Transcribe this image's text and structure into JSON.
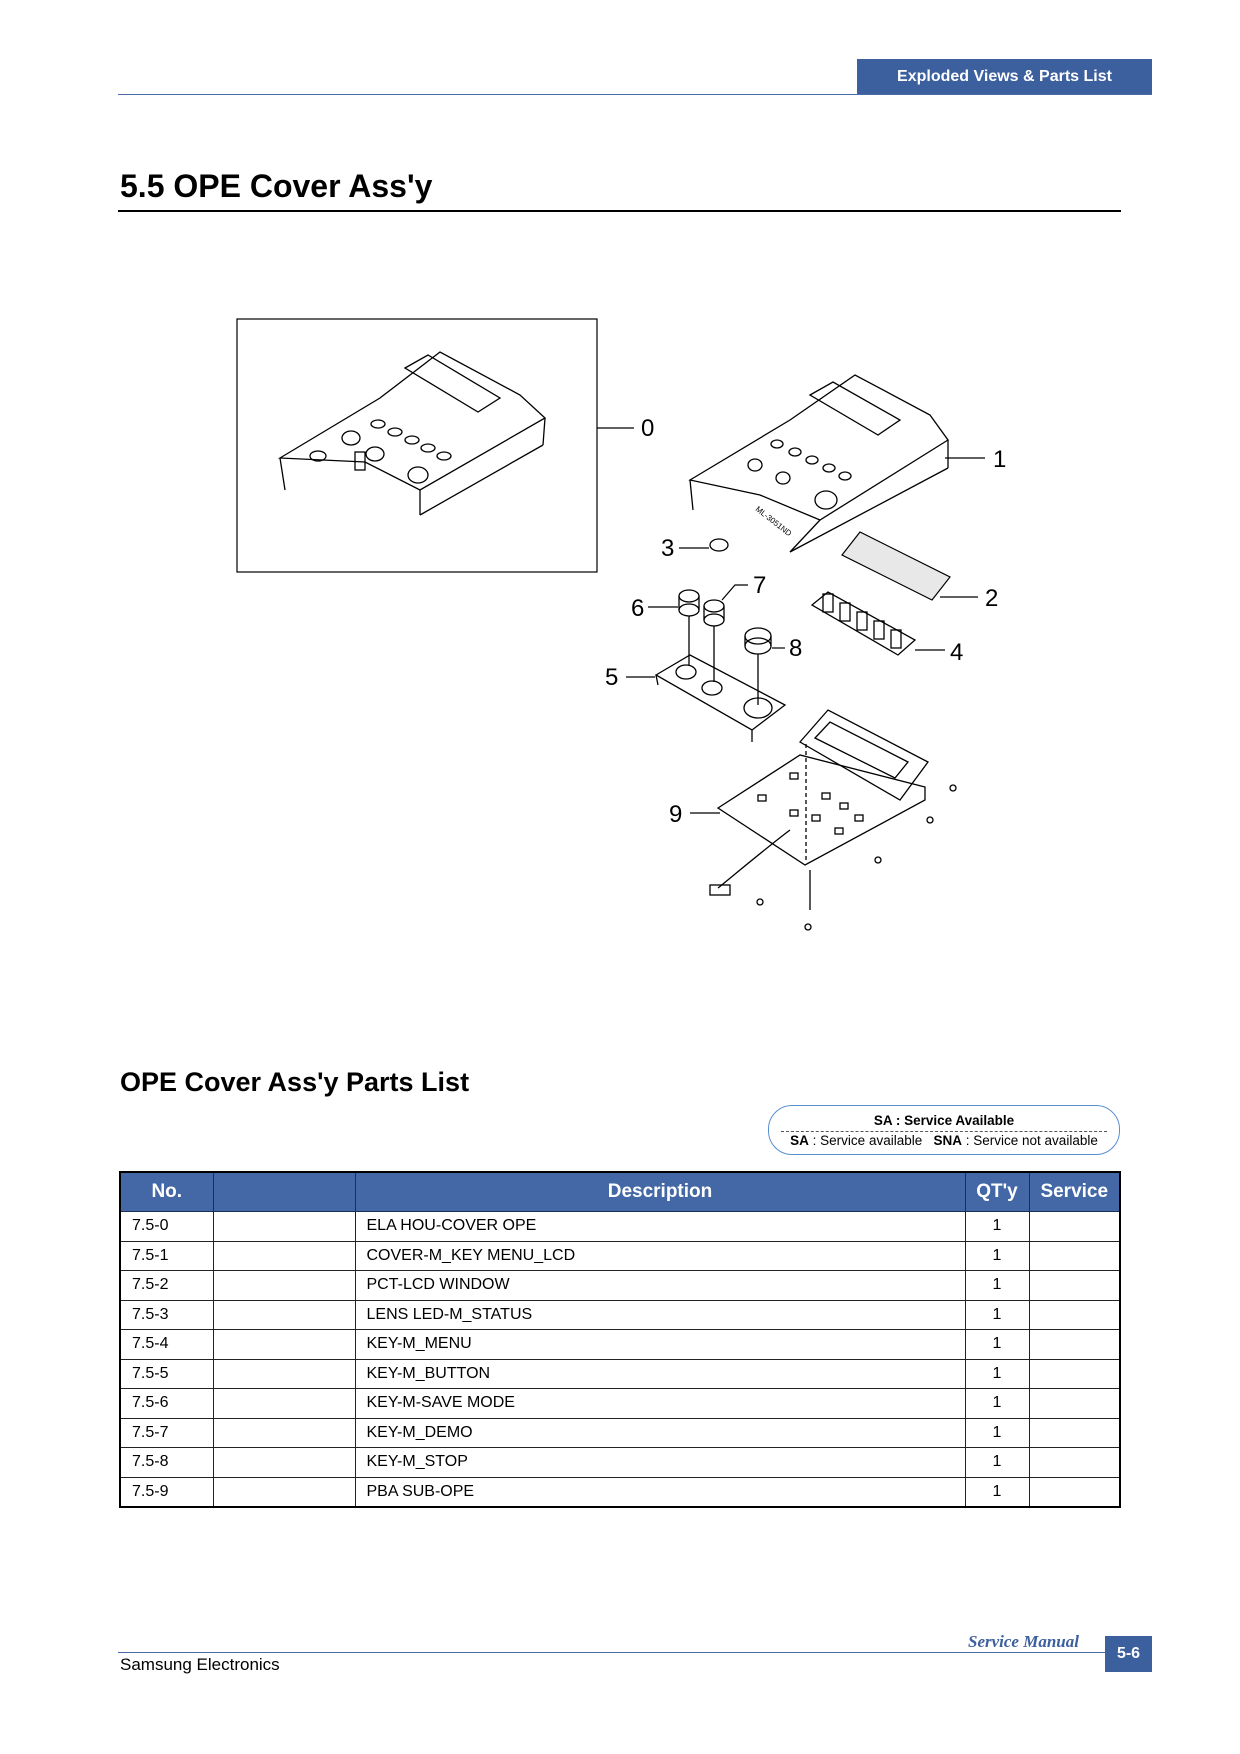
{
  "header": {
    "tab_label": "Exploded Views & Parts List"
  },
  "section": {
    "title": "5.5  OPE Cover  Ass'y"
  },
  "figure": {
    "callouts": [
      "0",
      "1",
      "2",
      "3",
      "4",
      "5",
      "6",
      "7",
      "8",
      "9"
    ],
    "model_text": "ML-3051ND"
  },
  "parts_list": {
    "title": "OPE Cover Ass'y Parts List",
    "legend": {
      "line1": "SA : Service Available",
      "sa_abbr": "SA",
      "sa_text": " : Service available",
      "sna_abbr": "SNA",
      "sna_text": " : Service not available"
    },
    "columns": [
      "No.",
      "",
      "Description",
      "QT'y",
      "Service"
    ],
    "rows": [
      {
        "no": "7.5-0",
        "code": "",
        "desc": "ELA HOU-COVER OPE",
        "qty": "1",
        "service": ""
      },
      {
        "no": "7.5-1",
        "code": "",
        "desc": "COVER-M_KEY MENU_LCD",
        "qty": "1",
        "service": ""
      },
      {
        "no": "7.5-2",
        "code": "",
        "desc": "PCT-LCD WINDOW",
        "qty": "1",
        "service": ""
      },
      {
        "no": "7.5-3",
        "code": "",
        "desc": "LENS LED-M_STATUS",
        "qty": "1",
        "service": ""
      },
      {
        "no": "7.5-4",
        "code": "",
        "desc": "KEY-M_MENU",
        "qty": "1",
        "service": ""
      },
      {
        "no": "7.5-5",
        "code": "",
        "desc": "KEY-M_BUTTON",
        "qty": "1",
        "service": ""
      },
      {
        "no": "7.5-6",
        "code": "",
        "desc": "KEY-M-SAVE MODE",
        "qty": "1",
        "service": ""
      },
      {
        "no": "7.5-7",
        "code": "",
        "desc": "KEY-M_DEMO",
        "qty": "1",
        "service": ""
      },
      {
        "no": "7.5-8",
        "code": "",
        "desc": "KEY-M_STOP",
        "qty": "1",
        "service": ""
      },
      {
        "no": "7.5-9",
        "code": "",
        "desc": "PBA SUB-OPE",
        "qty": "1",
        "service": ""
      }
    ]
  },
  "footer": {
    "company": "Samsung Electronics",
    "manual": "Service Manual",
    "page": "5-6"
  }
}
